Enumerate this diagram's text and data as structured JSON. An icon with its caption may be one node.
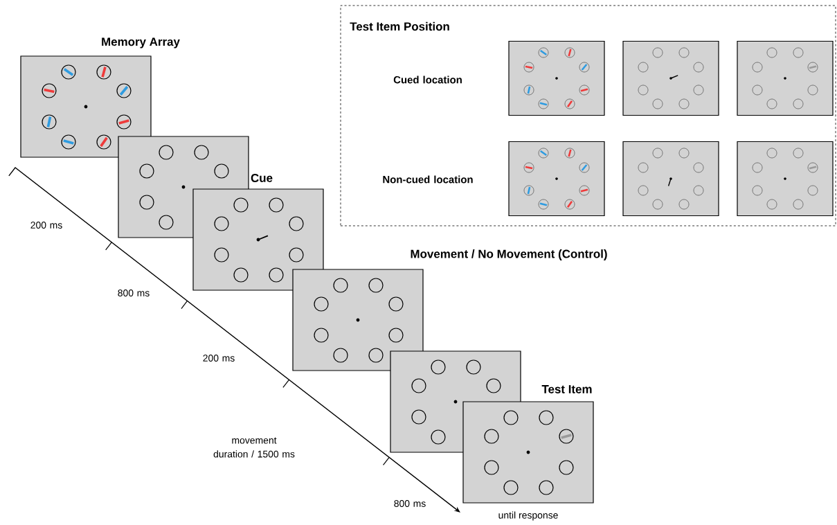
{
  "diagram": {
    "nodes": [
      {
        "text": [
          "Memory Array"
        ]
      },
      {
        "text": [],
        "shape": "box"
      },
      {
        "text": [
          "Cue"
        ]
      },
      {
        "text": [
          "Movement / No Movement (Control)"
        ]
      },
      {
        "text": [],
        "shape": "box"
      },
      {
        "text": [
          "Test Item"
        ],
        "beside": [
          "until response"
        ]
      },
      {
        "text": [
          "Test Item Position"
        ]
      },
      {
        "text": [],
        "shape": "box",
        "in": 6
      },
      {
        "text": [],
        "shape": "box",
        "in": 6
      },
      {
        "text": [],
        "shape": "box",
        "in": 6
      },
      {
        "text": [],
        "shape": "box",
        "in": 6
      },
      {
        "text": [],
        "shape": "box",
        "in": 6
      },
      {
        "text": [],
        "shape": "box",
        "in": 6
      }
    ],
    "labels": [
      "Cued location",
      "Non-cued location",
      "200 ms",
      "800 ms",
      "200 ms",
      "movement duration / 1500 ms",
      "800 ms"
    ]
  }
}
